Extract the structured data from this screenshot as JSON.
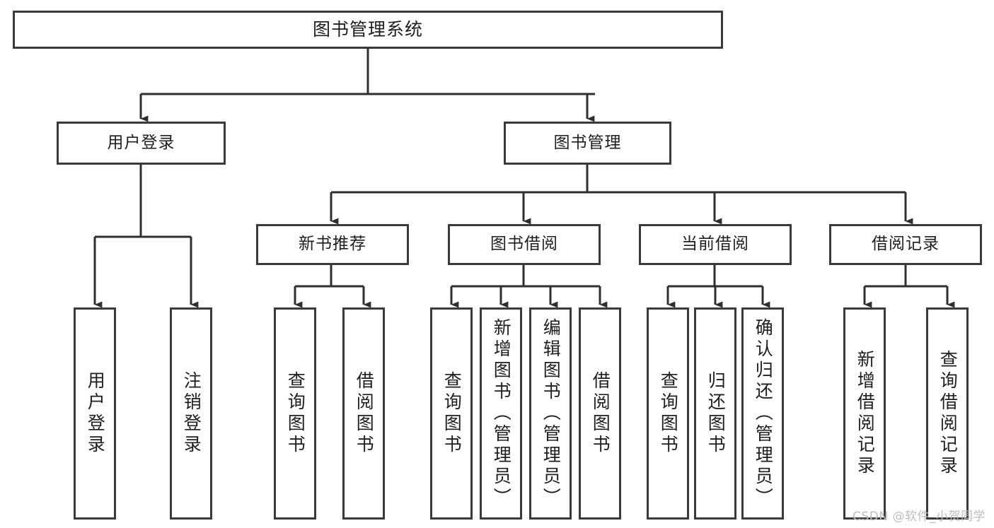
{
  "diagram": {
    "title": "图书管理系统",
    "root": {
      "label": "图书管理系统"
    },
    "level1": [
      {
        "label": "用户登录"
      },
      {
        "label": "图书管理"
      }
    ],
    "level2": [
      {
        "label": "新书推荐"
      },
      {
        "label": "图书借阅"
      },
      {
        "label": "当前借阅"
      },
      {
        "label": "借阅记录"
      }
    ],
    "leaves": {
      "login": [
        {
          "label": "用户登录"
        },
        {
          "label": "注销登录"
        }
      ],
      "newbook": [
        {
          "label": "查询图书"
        },
        {
          "label": "借阅图书"
        }
      ],
      "borrow": [
        {
          "label": "查询图书"
        },
        {
          "label": "新增图书（管理员）"
        },
        {
          "label": "编辑图书（管理员）"
        },
        {
          "label": "借阅图书"
        }
      ],
      "current": [
        {
          "label": "查询图书"
        },
        {
          "label": "归还图书"
        },
        {
          "label": "确认归还（管理员）"
        }
      ],
      "record": [
        {
          "label": "新增借阅记录"
        },
        {
          "label": "查询借阅记录"
        }
      ]
    },
    "colors": {
      "stroke": "#3a3a3a",
      "fill": "#ffffff",
      "text": "#1e1e1e",
      "watermark": "#bdbdbd"
    }
  },
  "watermark": {
    "text": "CSDN @软件_小贺同学"
  }
}
